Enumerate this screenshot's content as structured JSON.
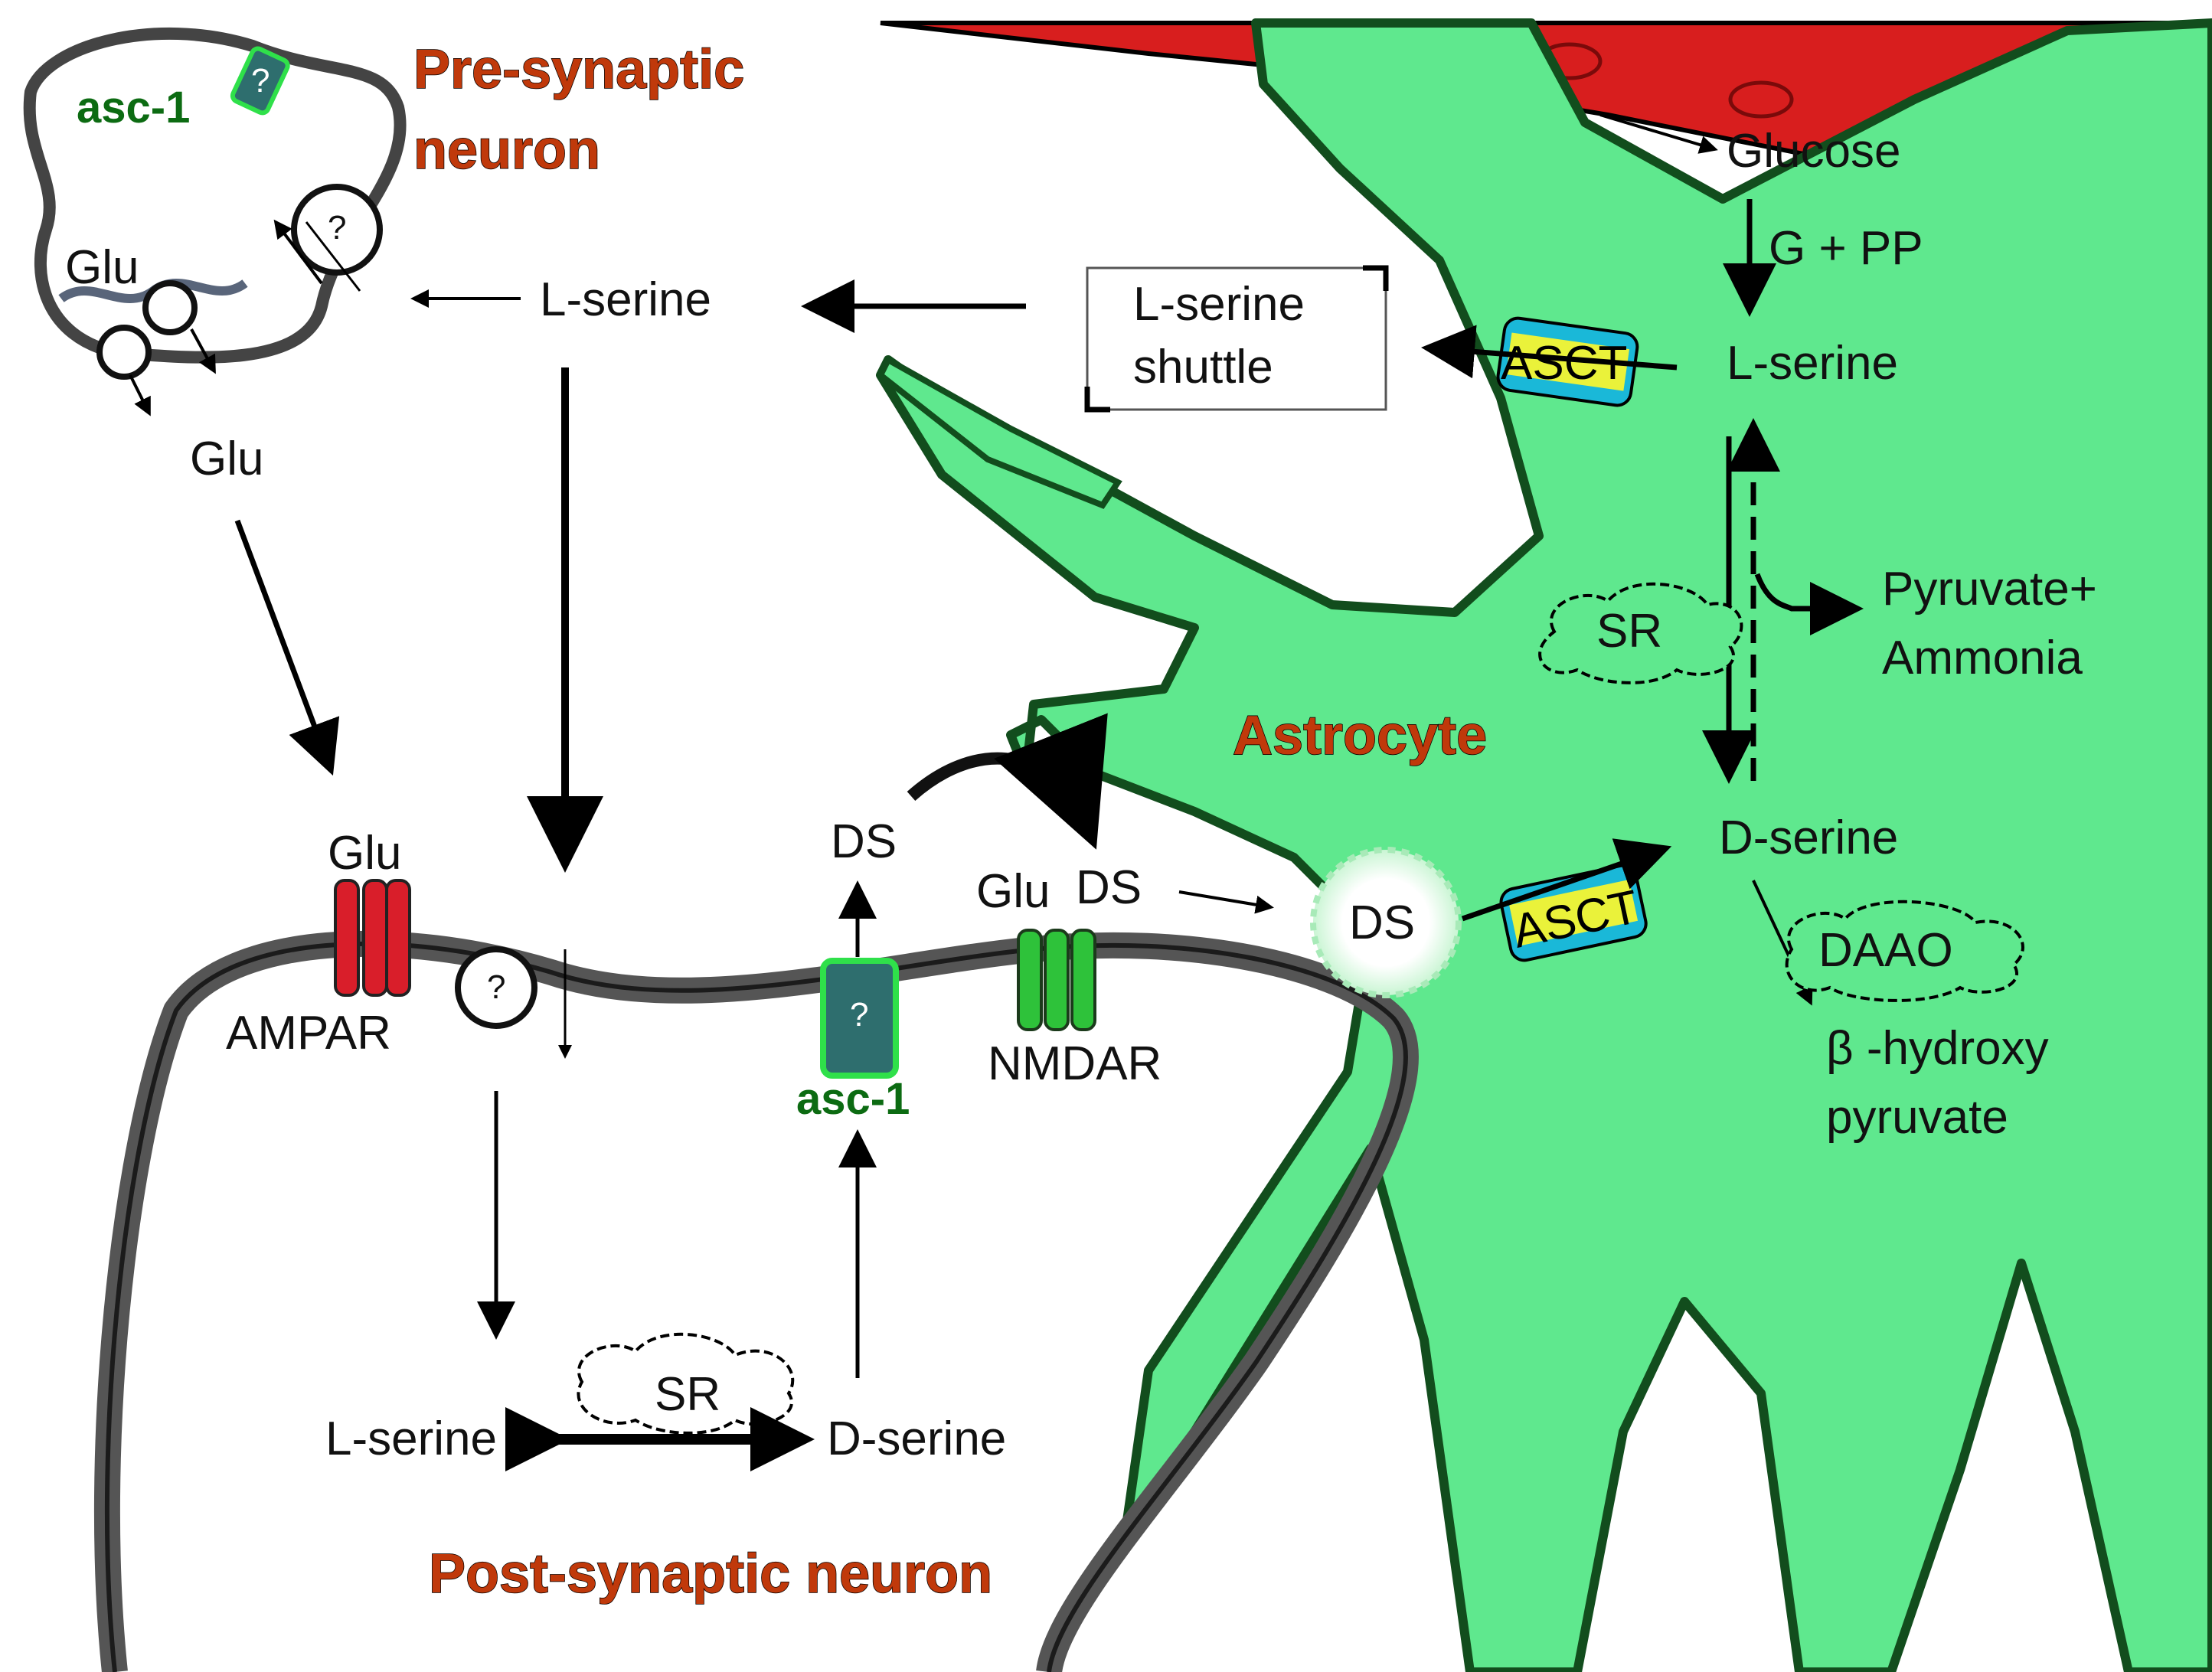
{
  "titles": {
    "pre": [
      "Pre-synaptic",
      "neuron"
    ],
    "post": "Post-synaptic neuron",
    "astro": "Astrocyte"
  },
  "transporters": {
    "asc1": "asc-1",
    "asct": "ASCT",
    "unknown": "?"
  },
  "pre_neuron": {
    "glu_vesicle": "Glu",
    "glu_released": "Glu"
  },
  "cleft": {
    "lserine": "L-serine",
    "shuttle": [
      "L-serine",
      "shuttle"
    ],
    "ds_up": "DS",
    "glu_ds": [
      "Glu",
      "DS"
    ],
    "ds_bubble": "DS"
  },
  "receptors": {
    "ampar_glu": "Glu",
    "ampar": "AMPAR",
    "nmdar": "NMDAR"
  },
  "post_neuron": {
    "lserine": "L-serine",
    "sr": "SR",
    "dserine": "D-serine"
  },
  "astrocyte": {
    "glucose": "Glucose",
    "gpp": "G + PP",
    "lserine": "L-serine",
    "sr": "SR",
    "pyruvate": [
      "Pyruvate+",
      "Ammonia"
    ],
    "dserine": "D-serine",
    "daao": "DAAO",
    "hydroxy": [
      "β -hydroxy",
      "pyruvate"
    ]
  },
  "colors": {
    "astrocyte_fill": "#5fe88e",
    "vessel": "#d81e1e",
    "ampar": "#d91e2a",
    "nmdar": "#2ec23a",
    "title": "#c0390b",
    "asct": "#1ab8d8"
  }
}
